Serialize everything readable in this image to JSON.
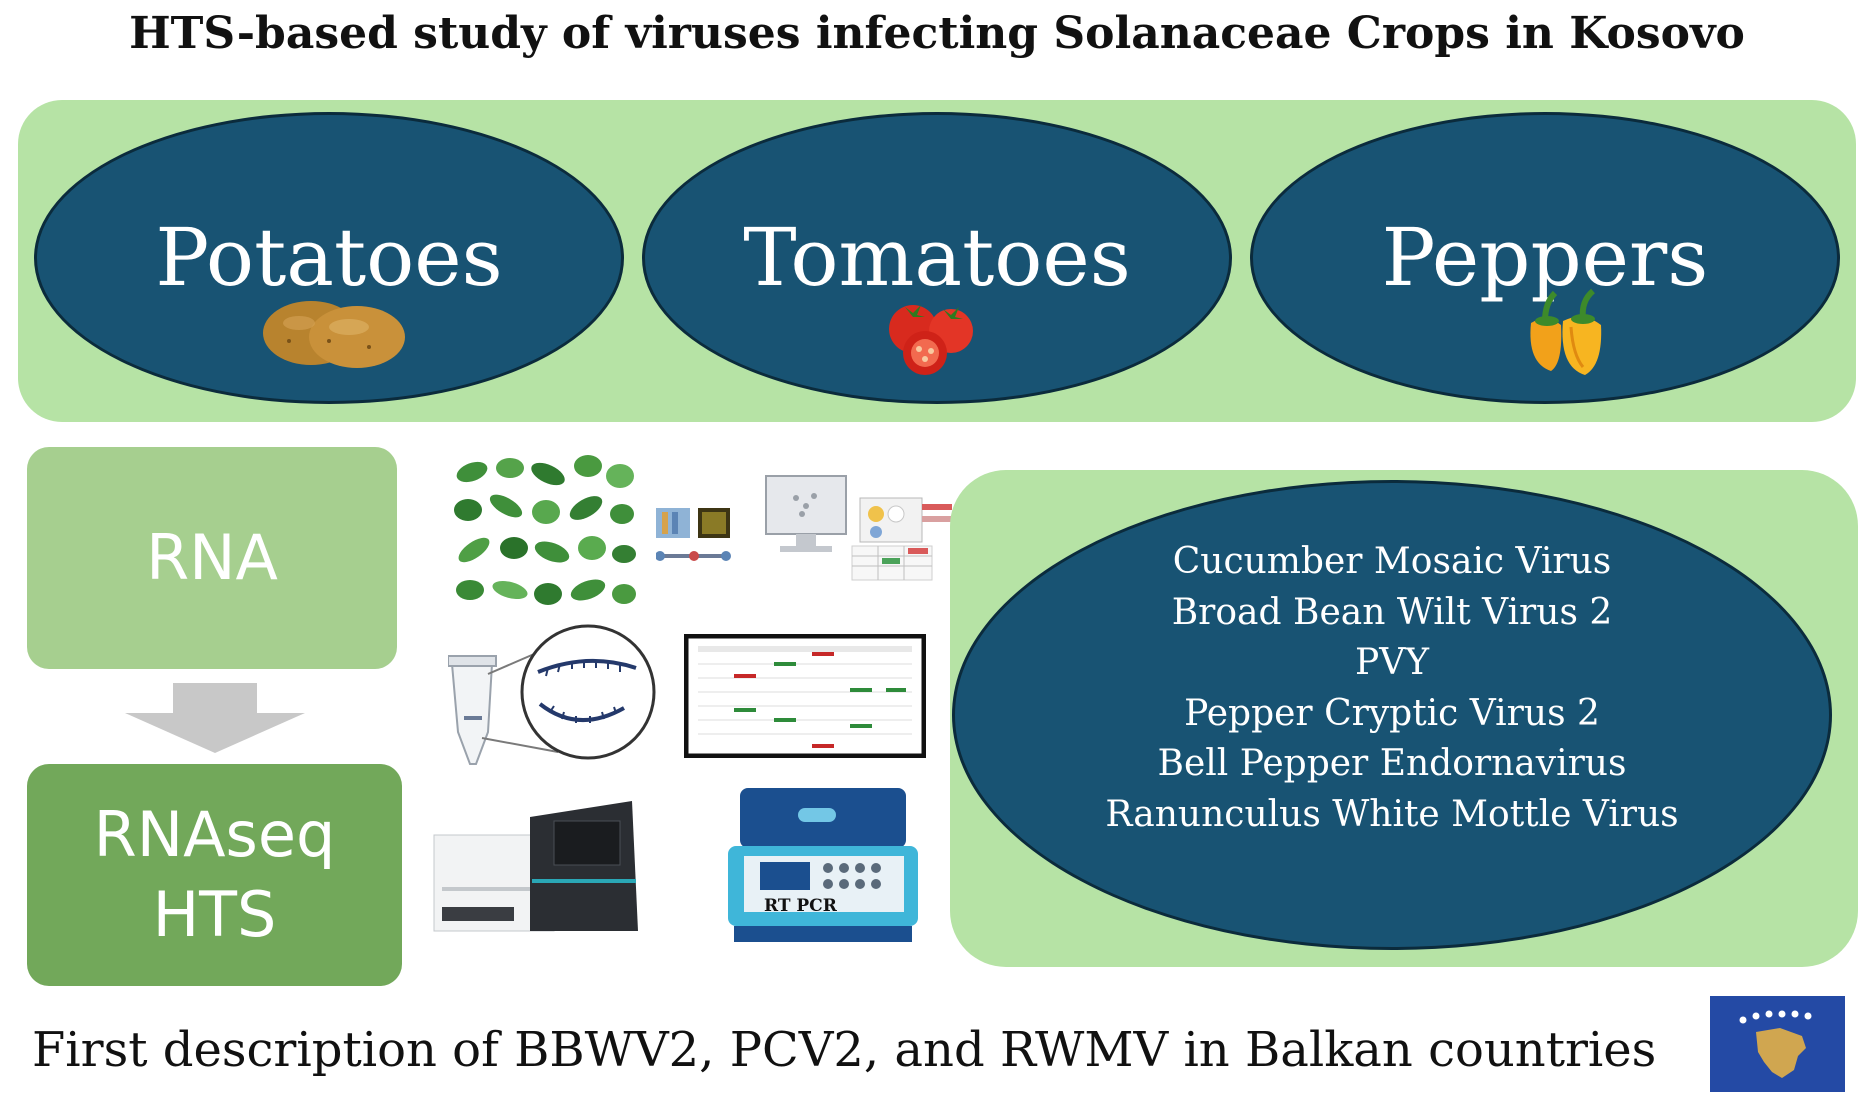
{
  "title": "HTS-based study of viruses infecting Solanaceae Crops in Kosovo",
  "crops": [
    {
      "label": "Potatoes",
      "icon": "potato-icon"
    },
    {
      "label": "Tomatoes",
      "icon": "tomato-icon"
    },
    {
      "label": "Peppers",
      "icon": "pepper-icon"
    }
  ],
  "workflow": {
    "step1": "RNA",
    "step2_line1": "RNAseq",
    "step2_line2": "HTS",
    "rtpcr_label": "RT PCR"
  },
  "viruses": [
    "Cucumber Mosaic Virus",
    "Broad Bean Wilt Virus 2",
    "PVY",
    "Pepper Cryptic Virus 2",
    "Bell Pepper Endornavirus",
    "Ranunculus White Mottle Virus"
  ],
  "footer": "First description of BBWV2, PCV2, and RWMV in Balkan countries",
  "colors": {
    "oval": "#185373",
    "light_green": "#b6e3a5",
    "rna_box": "#a6cf8f",
    "hts_box": "#72a85a",
    "flag_blue": "#244aa5",
    "flag_gold": "#d0a650"
  }
}
